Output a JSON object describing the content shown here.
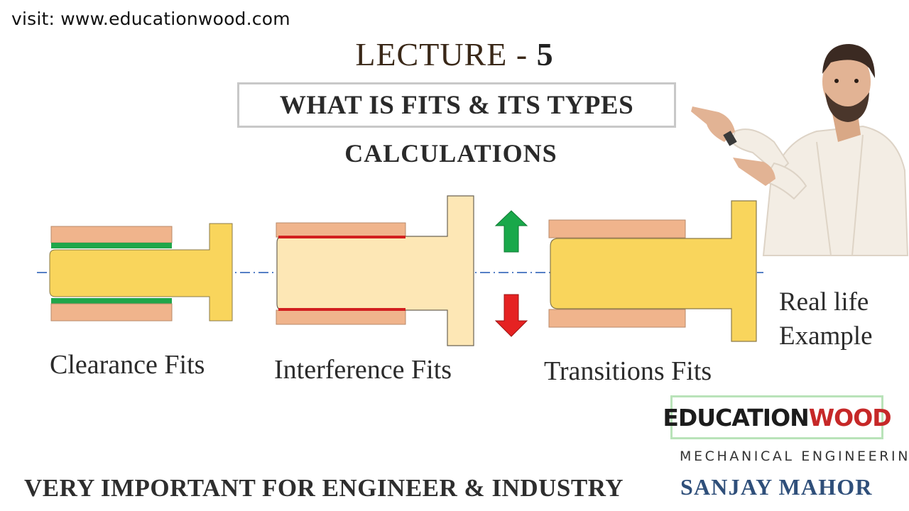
{
  "header": {
    "website": "visit: www.educationwood.com"
  },
  "lecture": {
    "label": "LECTURE",
    "separator": "-",
    "number": "5"
  },
  "title": "WHAT IS FITS & ITS TYPES",
  "subtitle": "CALCULATIONS",
  "fits": {
    "clearance_label": "Clearance Fits",
    "interference_label": "Interference Fits",
    "transition_label": "Transitions Fits"
  },
  "real_life": {
    "line1": "Real life",
    "line2": "Example"
  },
  "footer": {
    "tagline": "VERY IMPORTANT FOR ENGINEER & INDUSTRY"
  },
  "brand": {
    "logo_part1": "EDUCATION",
    "logo_part2": "WOOD",
    "department": "MECHANICAL ENGINEERING",
    "author": "SANJAY MAHOR"
  },
  "colors": {
    "hole": "#f0b48c",
    "shaft": "#f9d55c",
    "shaft_light": "#fde7b5",
    "clearance_gap": "#1fa64a",
    "interference_line": "#d21f1f",
    "arrow_up": "#19a84a",
    "arrow_down": "#e52222",
    "centerline": "#3f6fbf"
  },
  "icons": {
    "up": "arrow-up-icon",
    "down": "arrow-down-icon",
    "person": "presenter-photo"
  }
}
